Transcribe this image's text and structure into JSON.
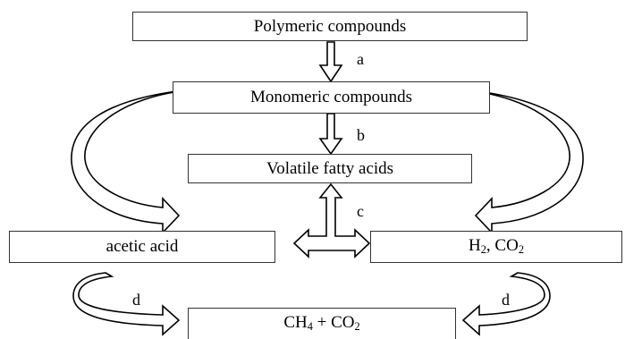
{
  "boxes": {
    "polymeric": "Polymeric compounds",
    "monomeric": "Monomeric compounds",
    "vfa": "Volatile fatty acids",
    "acetic": "acetic acid",
    "h2_co2": {
      "h": "H",
      "h_sub": "2",
      "sep": ", CO",
      "co_sub": "2"
    },
    "ch4_co2": {
      "ch": "CH",
      "ch_sub": "4",
      "mid": " + CO",
      "co_sub": "2"
    }
  },
  "step_labels": {
    "a": "a",
    "b": "b",
    "c": "c",
    "d_left": "d",
    "d_right": "d"
  }
}
